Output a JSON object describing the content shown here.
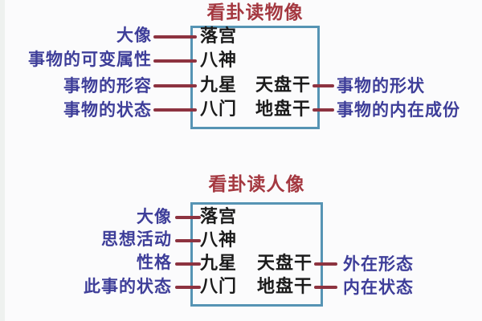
{
  "colors": {
    "background": "#fbfbfc",
    "title_red": "#a43840",
    "connector_red": "#8d3340",
    "box_border_blue": "#5694b4",
    "label_blue": "#3e3e99",
    "box_text_black": "#1b1b1b"
  },
  "sections": [
    {
      "id": "object-reading",
      "title": "看卦读物像",
      "box_rows": [
        "落宫",
        "八神",
        "九星",
        "八门"
      ],
      "box_right_rows": [
        "天盘干",
        "地盘干"
      ],
      "left_labels": [
        "大像",
        "事物的可变属性",
        "事物的形容",
        "事物的状态"
      ],
      "right_labels": [
        "事物的形状",
        "事物的内在成份"
      ]
    },
    {
      "id": "person-reading",
      "title": "看卦读人像",
      "box_rows": [
        "落宫",
        "八神",
        "九星",
        "八门"
      ],
      "box_right_rows": [
        "天盘干",
        "地盘干"
      ],
      "left_labels": [
        "大像",
        "思想活动",
        "性格",
        "此事的状态"
      ],
      "right_labels": [
        "外在形态",
        "内在状态"
      ]
    }
  ]
}
